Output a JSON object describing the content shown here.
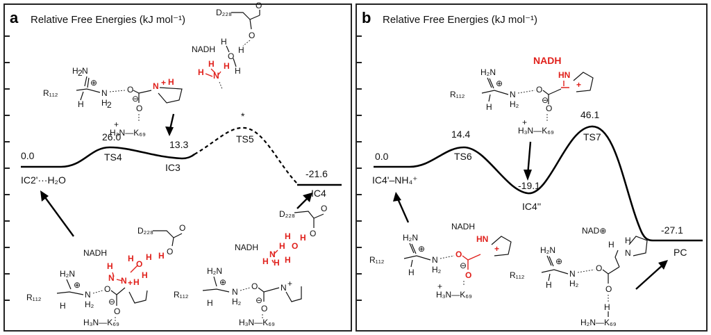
{
  "panel_a": {
    "letter": "a",
    "title": "Relative Free Energies (kJ mol⁻¹)",
    "states": [
      {
        "label": "IC2'···H₂O",
        "value": "0.0"
      },
      {
        "label": "TS4",
        "value": "26.0"
      },
      {
        "label": "IC3",
        "value": "13.3"
      },
      {
        "label": "TS5",
        "value": "*"
      },
      {
        "label": "IC4",
        "value": "-21.6"
      }
    ],
    "molecules": {
      "nadh_top": "NADH",
      "nadh_bottom_left": "NADH",
      "nadh_bottom_right": "NADH",
      "d228": "D₂₂₈",
      "r112": "R₁₁₂",
      "k69": "H₃N—K₆₉"
    }
  },
  "panel_b": {
    "letter": "b",
    "title": "Relative Free Energies (kJ mol⁻¹)",
    "states": [
      {
        "label": "IC4'–NH₄⁺",
        "value": "0.0"
      },
      {
        "label": "TS6",
        "value": "14.4"
      },
      {
        "label": "IC4''",
        "value": "-19.1"
      },
      {
        "label": "TS7",
        "value": "46.1"
      },
      {
        "label": "PC",
        "value": "-27.1"
      }
    ],
    "molecules": {
      "nadh_top": "NADH",
      "nadh_left": "NADH",
      "nad_right": "NAD⊕",
      "r112": "R₁₁₂",
      "k69": "H₃N—K₆₉",
      "h2n_k69": "H₂N—K₆₉"
    }
  }
}
